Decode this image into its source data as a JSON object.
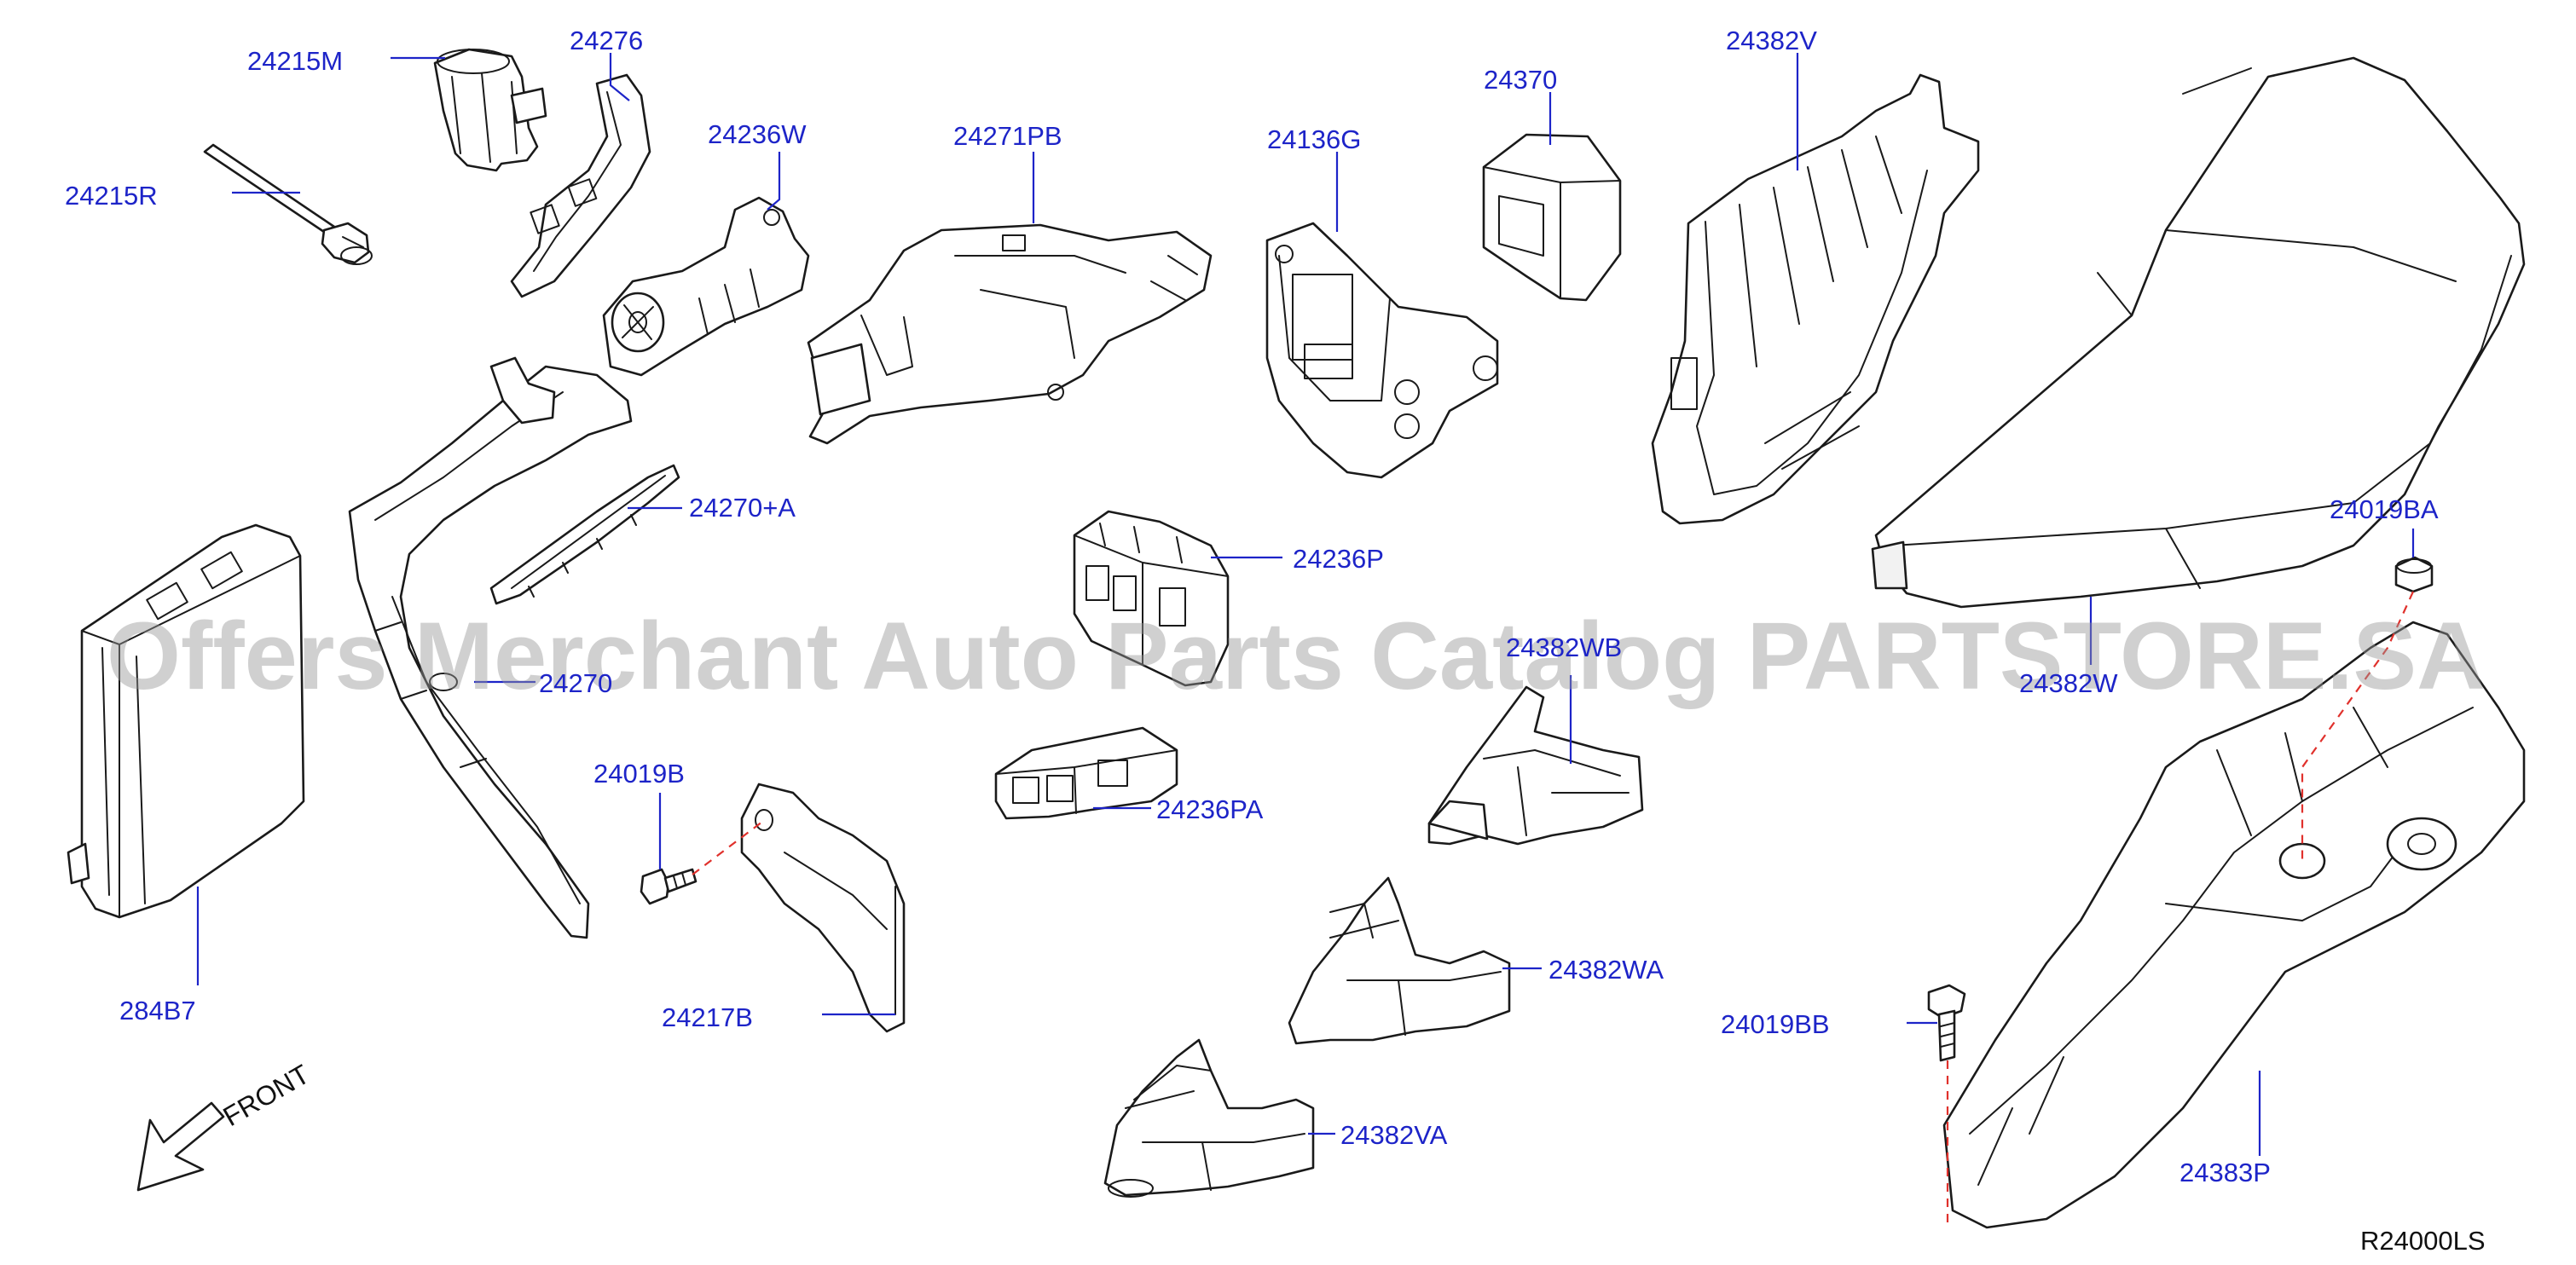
{
  "diagram": {
    "drawing_code": "R24000LS",
    "front_label": "FRONT",
    "watermark": "Offers Merchant Auto Parts Catalog PARTSTORE.SA",
    "parts": [
      {
        "id": "p24215M",
        "label": "24215M"
      },
      {
        "id": "p24276",
        "label": "24276"
      },
      {
        "id": "p24215R",
        "label": "24215R"
      },
      {
        "id": "p24236W",
        "label": "24236W"
      },
      {
        "id": "p24271PB",
        "label": "24271PB"
      },
      {
        "id": "p24136G",
        "label": "24136G"
      },
      {
        "id": "p24370",
        "label": "24370"
      },
      {
        "id": "p24382V",
        "label": "24382V"
      },
      {
        "id": "p24270A",
        "label": "24270+A"
      },
      {
        "id": "p24236P",
        "label": "24236P"
      },
      {
        "id": "p24019BA",
        "label": "24019BA"
      },
      {
        "id": "p24270",
        "label": "24270"
      },
      {
        "id": "p24382W",
        "label": "24382W"
      },
      {
        "id": "p24382WB",
        "label": "24382WB"
      },
      {
        "id": "p24019B",
        "label": "24019B"
      },
      {
        "id": "p24236PA",
        "label": "24236PA"
      },
      {
        "id": "p24382WA",
        "label": "24382WA"
      },
      {
        "id": "p284B7",
        "label": "284B7"
      },
      {
        "id": "p24217B",
        "label": "24217B"
      },
      {
        "id": "p24019BB",
        "label": "24019BB"
      },
      {
        "id": "p24382VA",
        "label": "24382VA"
      },
      {
        "id": "p24383P",
        "label": "24383P"
      }
    ]
  }
}
